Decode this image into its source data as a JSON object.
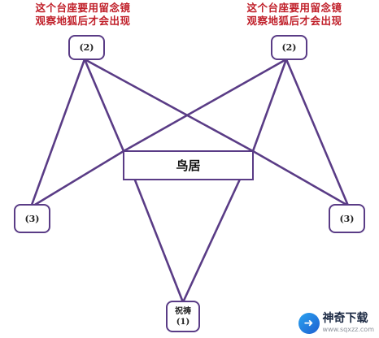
{
  "notes": {
    "left": [
      "这个台座要用留念镜",
      "观察地狐后才会出现"
    ],
    "right": [
      "这个台座要用留念镜",
      "观察地狐后才会出现"
    ]
  },
  "nodes": {
    "top_left": "(2)",
    "top_right": "(2)",
    "mid_left": "(3)",
    "mid_right": "(3)",
    "bottom_line1": "祝祷",
    "bottom_line2": "(1)"
  },
  "torii_label": "鸟居",
  "watermark": {
    "name": "神奇下载",
    "url": "www.sqxzz.com"
  },
  "colors": {
    "line": "#5a3c86",
    "note": "#c0202a"
  }
}
